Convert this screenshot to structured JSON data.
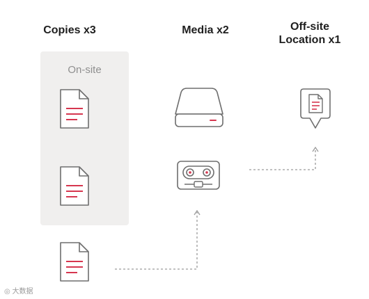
{
  "headings": {
    "copies": "Copies x3",
    "media": "Media x2",
    "offsite_line1": "Off-site",
    "offsite_line2": "Location x1"
  },
  "onsite_label": "On-site",
  "watermark": "大数据",
  "colors": {
    "accent": "#d6364f",
    "outline": "#6e6e6e",
    "panel": "#f0efee",
    "connector": "#9a9a9a",
    "heading": "#1f1f1f"
  },
  "icons": {
    "copy": "document-icon",
    "media_1": "hard-drive-icon",
    "media_2": "tape-cartridge-icon",
    "offsite": "location-pin-icon"
  }
}
